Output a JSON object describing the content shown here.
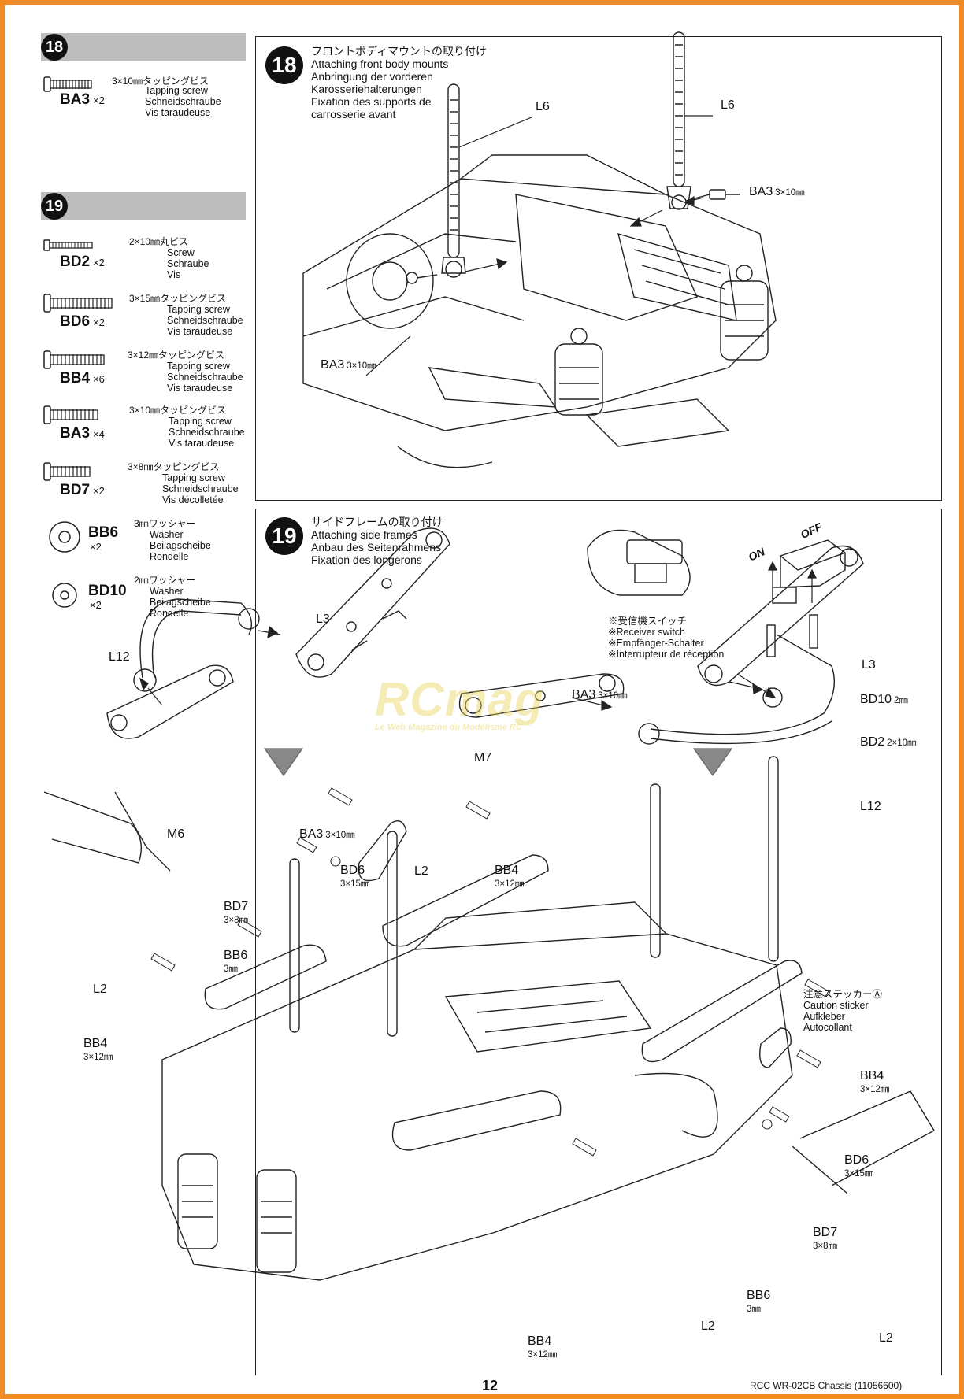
{
  "step18": {
    "number": "18",
    "parts": [
      {
        "jp": "3×10㎜タッピングビス",
        "code": "BA3",
        "qty": "×2",
        "desc": "Tapping screw\nSchneidschraube\nVis taraudeuse"
      }
    ],
    "title_jp": "フロントボディマウントの取り付け",
    "title_en": "Attaching front body mounts",
    "title_de": "Anbringung der vorderen",
    "title_de2": "Karosseriehalterungen",
    "title_fr": "Fixation des supports de",
    "title_fr2": "carrosserie avant",
    "labels": {
      "l6_left": "L6",
      "l6_right": "L6",
      "ba3_right": "BA3",
      "ba3_right_size": "3×10㎜",
      "ba3_left": "BA3",
      "ba3_left_size": "3×10㎜"
    }
  },
  "step19": {
    "number": "19",
    "parts": [
      {
        "jp": "2×10㎜丸ビス",
        "code": "BD2",
        "qty": "×2",
        "desc": "Screw\nSchraube\nVis"
      },
      {
        "jp": "3×15㎜タッピングビス",
        "code": "BD6",
        "qty": "×2",
        "desc": "Tapping screw\nSchneidschraube\nVis taraudeuse"
      },
      {
        "jp": "3×12㎜タッピングビス",
        "code": "BB4",
        "qty": "×6",
        "desc": "Tapping screw\nSchneidschraube\nVis taraudeuse"
      },
      {
        "jp": "3×10㎜タッピングビス",
        "code": "BA3",
        "qty": "×4",
        "desc": "Tapping screw\nSchneidschraube\nVis taraudeuse"
      },
      {
        "jp": "3×8㎜タッピングビス",
        "code": "BD7",
        "qty": "×2",
        "desc": "Tapping screw\nSchneidschraube\nVis décolletée"
      }
    ],
    "washers": [
      {
        "jp": "3㎜ワッシャー",
        "code": "BB6",
        "qty": "×2",
        "desc": "Washer\nBeilagscheibe\nRondelle"
      },
      {
        "jp": "2㎜ワッシャー",
        "code": "BD10",
        "qty": "×2",
        "desc": "Washer\nBeilagscheibe\nRondelle"
      }
    ],
    "title_jp": "サイドフレームの取り付け",
    "title_en": "Attaching side frames",
    "title_de": "Anbau des Seitenrahmens",
    "title_fr": "Fixation des longerons",
    "switch_on": "ON",
    "switch_off": "OFF",
    "receiver_switch": [
      "※受信機スイッチ",
      "※Receiver switch",
      "※Empfänger-Schalter",
      "※Interrupteur de réception"
    ],
    "caution": [
      "注意ステッカーⒶ",
      "Caution sticker",
      "Aufkleber",
      "Autocollant"
    ],
    "labels": {
      "l3_left": "L3",
      "l12_left": "L12",
      "m6": "M6",
      "ba3_mid": "BA3",
      "ba3_mid_size": "3×10㎜",
      "ba3_right": "BA3",
      "ba3_right_size": "3×10㎜",
      "m7": "M7",
      "l3_right": "L3",
      "bd10": "BD10",
      "bd10_size": "2㎜",
      "bd2": "BD2",
      "bd2_size": "2×10㎜",
      "l12_right": "L12",
      "bd6_top": "BD6",
      "bd6_top_size": "3×15㎜",
      "l2_top": "L2",
      "bb4_top": "BB4",
      "bb4_top_size": "3×12㎜",
      "bd7_left": "BD7",
      "bd7_left_size": "3×8㎜",
      "bb6_left": "BB6",
      "bb6_left_size": "3㎜",
      "l2_left": "L2",
      "bb4_left": "BB4",
      "bb4_left_size": "3×12㎜",
      "bb4_right": "BB4",
      "bb4_right_size": "3×12㎜",
      "bd6_right": "BD6",
      "bd6_right_size": "3×15㎜",
      "bd7_right": "BD7",
      "bd7_right_size": "3×8㎜",
      "bb6_bottom": "BB6",
      "bb6_bottom_size": "3㎜",
      "l2_bottom": "L2",
      "l2_right": "L2",
      "bb4_bottom": "BB4",
      "bb4_bottom_size": "3×12㎜"
    }
  },
  "watermark": {
    "main": "RCmag",
    "sub": "Le Web Magazine du Modélisme RC"
  },
  "footer": {
    "page": "12",
    "doc": "RCC WR-02CB Chassis",
    "code": "(11056600)"
  }
}
